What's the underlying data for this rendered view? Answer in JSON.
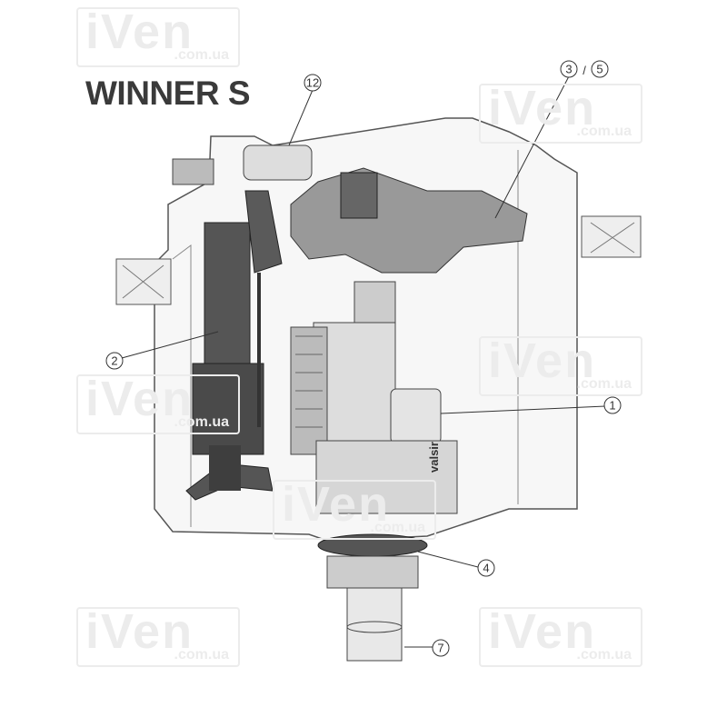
{
  "title": "WINNER S",
  "watermark": {
    "main": "iVen",
    "sub": ".com.ua"
  },
  "brand_mark": "valsir",
  "callouts": [
    {
      "id": "12",
      "label": "12"
    },
    {
      "id": "3",
      "label": "3"
    },
    {
      "id": "sep",
      "label": "/"
    },
    {
      "id": "5",
      "label": "5"
    },
    {
      "id": "1",
      "label": "1"
    },
    {
      "id": "2",
      "label": "2"
    },
    {
      "id": "4",
      "label": "4"
    },
    {
      "id": "7",
      "label": "7"
    }
  ]
}
